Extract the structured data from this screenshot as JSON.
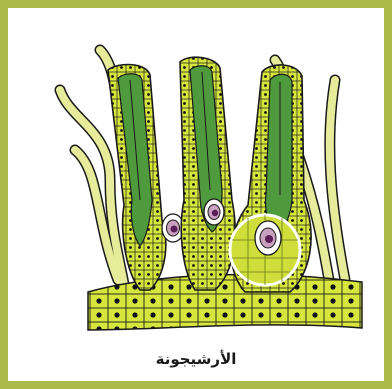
{
  "caption": "الأرشيجونة",
  "colors": {
    "border": "#a9b94a",
    "organ_dark": "#4f9a3c",
    "organ_light": "#cfde3a",
    "filament": "#e6ec9a",
    "cell_fill": "#d7e63d",
    "egg_outer": "#c9a0bf",
    "egg_inner": "#5b1f58",
    "highlight_ring": "#ffffff"
  },
  "icons": [
    "archegonium-illustration",
    "egg-cell",
    "zygote-highlight"
  ]
}
